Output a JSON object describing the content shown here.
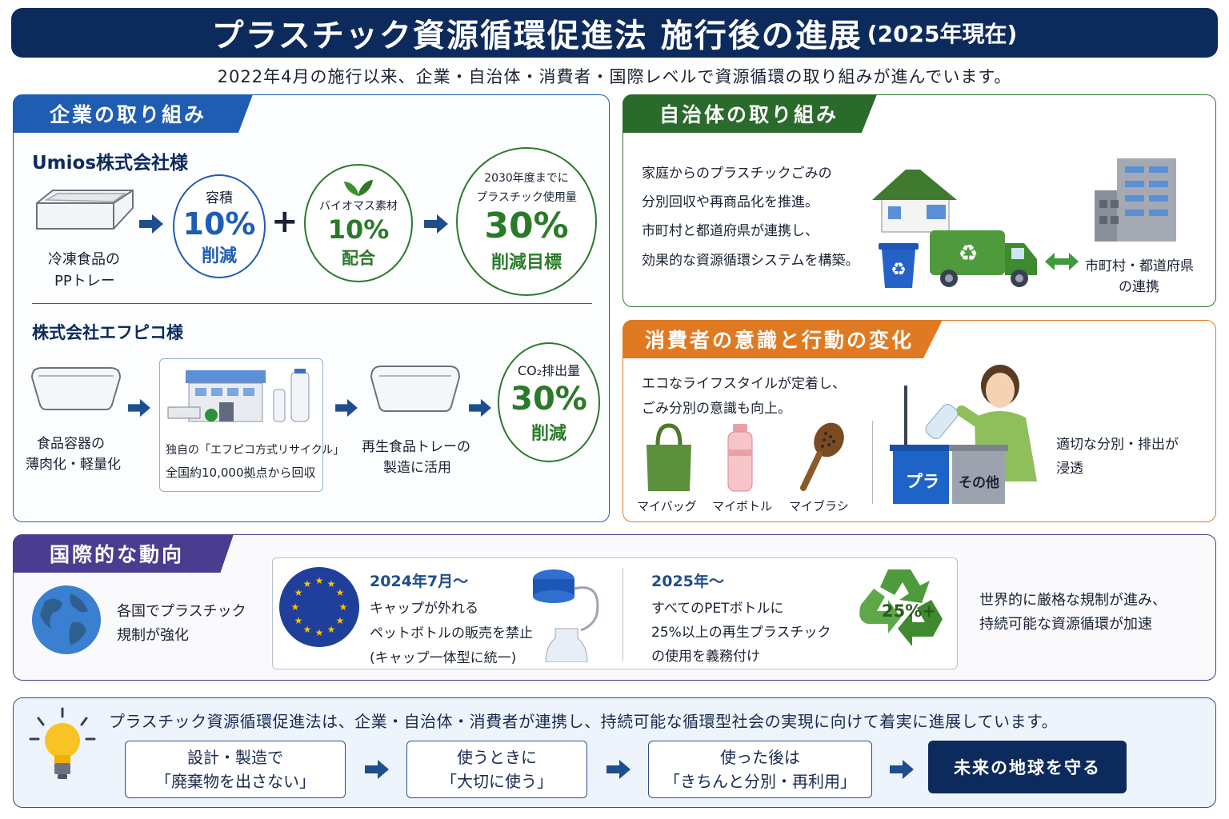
{
  "header": {
    "title": "プラスチック資源循環促進法 施行後の進展",
    "title_suffix": "(2025年現在)",
    "subtitle": "2022年4月の施行以来、企業・自治体・消費者・国際レベルで資源循環の取り組みが進んでいます。"
  },
  "corporate": {
    "tag": "企業の取り組み",
    "umios": {
      "company": "Umios株式会社様",
      "product_line1": "冷凍食品の",
      "product_line2": "PPトレー",
      "c1_top": "容積",
      "c1_value": "10%",
      "c1_bottom": "削減",
      "plus": "+",
      "c2_top": "バイオマス素材",
      "c2_value": "10%",
      "c2_bottom": "配合",
      "c3_top1": "2030年度までに",
      "c3_top2": "プラスチック使用量",
      "c3_value": "30%",
      "c3_bottom": "削減目標"
    },
    "fpco": {
      "company": "株式会社エフピコ様",
      "item1_line1": "食品容器の",
      "item1_line2": "薄肉化・軽量化",
      "item2_line1": "独自の「エフピコ方式リサイクル」",
      "item2_line2": "全国約10,000拠点から回収",
      "item3_line1": "再生食品トレーの",
      "item3_line2": "製造に活用",
      "c_top": "CO₂排出量",
      "c_value": "30%",
      "c_bottom": "削減"
    }
  },
  "municipal": {
    "tag": "自治体の取り組み",
    "lines": [
      "家庭からのプラスチックごみの",
      "分別回収や再商品化を推進。",
      "市町村と都道府県が連携し、",
      "効果的な資源循環システムを構築。"
    ],
    "link_line1": "市町村・都道府県",
    "link_line2": "の連携"
  },
  "consumer": {
    "tag": "消費者の意識と行動の変化",
    "line1": "エコなライフスタイルが定着し、",
    "line2": "ごみ分別の意識も向上。",
    "items": [
      "マイバッグ",
      "マイボトル",
      "マイブラシ"
    ],
    "bin1": "プラ",
    "bin2": "その他",
    "note_line1": "適切な分別・排出が",
    "note_line2": "浸透"
  },
  "international": {
    "tag": "国際的な動向",
    "globe_line1": "各国でプラスチック",
    "globe_line2": "規制が強化",
    "eu1_date": "2024年7月～",
    "eu1_line1": "キャップが外れる",
    "eu1_line2": "ペットボトルの販売を禁止",
    "eu1_line3": "(キャップ一体型に統一)",
    "eu2_date": "2025年～",
    "eu2_line1": "すべてのPETボトルに",
    "eu2_line2": "25%以上の再生プラスチック",
    "eu2_line3": "の使用を義務付け",
    "recycle_label": "25%+",
    "summary_line1": "世界的に厳格な規制が進み、",
    "summary_line2": "持続可能な資源循環が加速"
  },
  "footer": {
    "message": "プラスチック資源循環促進法は、企業・自治体・消費者が連携し、持続可能な循環型社会の実現に向けて着実に進展しています。",
    "steps": [
      {
        "line1": "設計・製造で",
        "line2": "「廃棄物を出さない」"
      },
      {
        "line1": "使うときに",
        "line2": "「大切に使う」"
      },
      {
        "line1": "使った後は",
        "line2": "「きちんと分別・再利用」"
      }
    ],
    "goal": "未来の地球を守る"
  },
  "colors": {
    "navy": "#0d2a5c",
    "blue": "#1f5db3",
    "green": "#2a7a2a",
    "orange": "#e07a22",
    "purple": "#4a3d8f"
  }
}
